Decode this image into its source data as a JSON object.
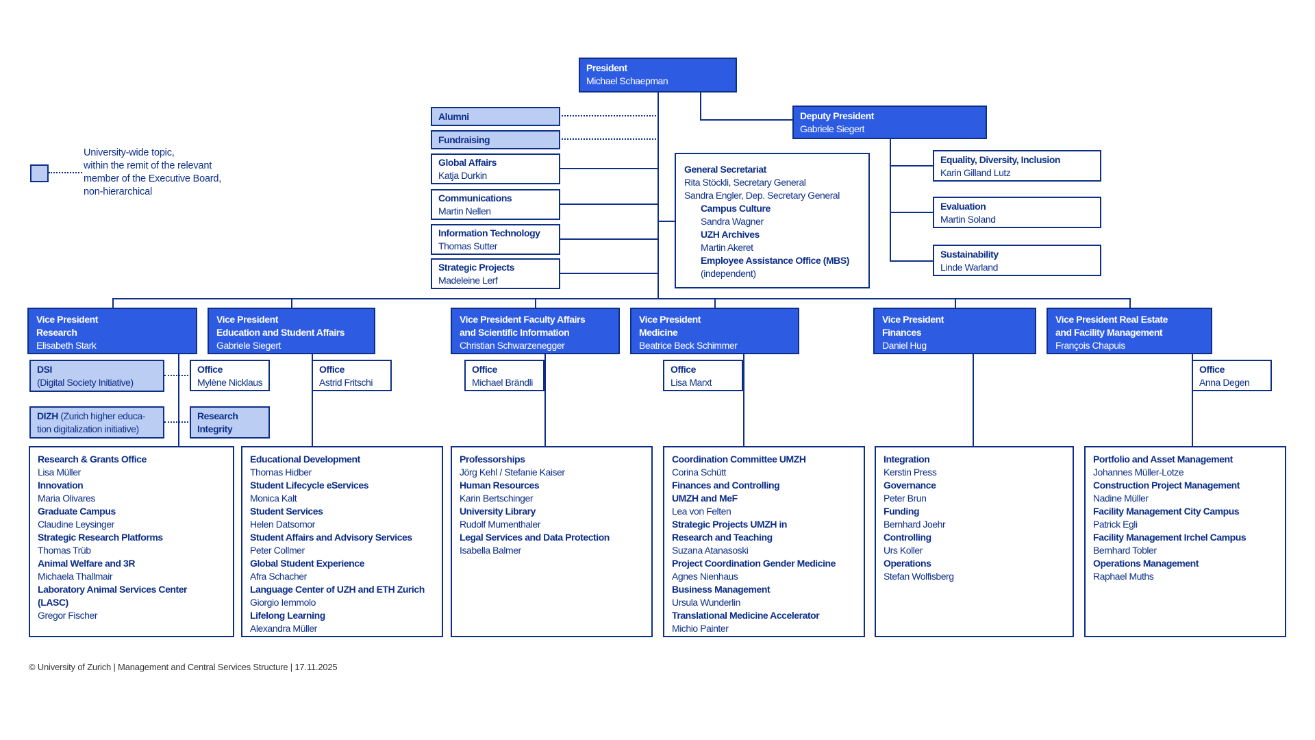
{
  "palette": {
    "primary_fill": "#2d5ce3",
    "light_fill": "#bccdf4",
    "line_and_text": "#0c2e87",
    "box_text_on_fill": "#ffffff",
    "footer_text": "#333333"
  },
  "legend": {
    "lines": [
      {
        "t": "University-wide topic,"
      },
      {
        "t": "within the remit of the relevant"
      },
      {
        "t": "member of the Executive Board,"
      },
      {
        "t": "non-hierarchical"
      }
    ]
  },
  "president": {
    "lines": [
      {
        "t": "President",
        "b": 1
      },
      {
        "t": "Michael Schaepman"
      }
    ]
  },
  "deputy_president": {
    "lines": [
      {
        "t": "Deputy President",
        "b": 1
      },
      {
        "t": "Gabriele Siegert"
      }
    ]
  },
  "staff_units": [
    {
      "lines": [
        {
          "t": "Alumni",
          "b": 1
        }
      ]
    },
    {
      "lines": [
        {
          "t": "Fundraising",
          "b": 1
        }
      ]
    },
    {
      "lines": [
        {
          "t": "Global Affairs",
          "b": 1
        },
        {
          "t": "Katja Durkin"
        }
      ]
    },
    {
      "lines": [
        {
          "t": "Communications",
          "b": 1
        },
        {
          "t": "Martin Nellen"
        }
      ]
    },
    {
      "lines": [
        {
          "t": "Information Technology",
          "b": 1
        },
        {
          "t": "Thomas Sutter"
        }
      ]
    },
    {
      "lines": [
        {
          "t": "Strategic Projects",
          "b": 1
        },
        {
          "t": "Madeleine Lerf"
        }
      ]
    }
  ],
  "general_secretariat": {
    "lines": [
      {
        "t": "General Secretariat",
        "b": 1
      },
      {
        "t": "Rita Stöckli, Secretary General"
      },
      {
        "t": "Sandra Engler, Dep. Secretary General"
      },
      {
        "t": "Campus Culture",
        "b": 1,
        "i": 1
      },
      {
        "t": "Sandra Wagner",
        "i": 1
      },
      {
        "t": "UZH Archives",
        "b": 1,
        "i": 1
      },
      {
        "t": "Martin Akeret",
        "i": 1
      },
      {
        "t": "Employee Assistance Office (MBS)",
        "b": 1,
        "i": 1
      },
      {
        "t": "(independent)",
        "i": 1
      }
    ]
  },
  "executive_topics": [
    {
      "lines": [
        {
          "t": "Equality, Diversity, Inclusion",
          "b": 1
        },
        {
          "t": "Karin Gilland Lutz"
        }
      ]
    },
    {
      "lines": [
        {
          "t": "Evaluation",
          "b": 1
        },
        {
          "t": "Martin Soland"
        }
      ]
    },
    {
      "lines": [
        {
          "t": "Sustainability",
          "b": 1
        },
        {
          "t": "Linde Warland"
        }
      ]
    }
  ],
  "vice_presidents": [
    {
      "lines": [
        {
          "t": "Vice President",
          "b": 1
        },
        {
          "t": "Research",
          "b": 1
        },
        {
          "t": "Elisabeth Stark"
        }
      ]
    },
    {
      "lines": [
        {
          "t": "Vice President",
          "b": 1
        },
        {
          "t": "Education and Student Affairs",
          "b": 1
        },
        {
          "t": "Gabriele Siegert"
        }
      ]
    },
    {
      "lines": [
        {
          "t": "Vice President Faculty Affairs",
          "b": 1
        },
        {
          "t": "and Scientific Information",
          "b": 1
        },
        {
          "t": "Christian Schwarzenegger"
        }
      ]
    },
    {
      "lines": [
        {
          "t": "Vice President",
          "b": 1
        },
        {
          "t": "Medicine",
          "b": 1
        },
        {
          "t": "Beatrice Beck Schimmer"
        }
      ]
    },
    {
      "lines": [
        {
          "t": "Vice President",
          "b": 1
        },
        {
          "t": "Finances",
          "b": 1
        },
        {
          "t": "Daniel Hug"
        }
      ]
    },
    {
      "lines": [
        {
          "t": "Vice President Real Estate",
          "b": 1
        },
        {
          "t": "and Facility Management",
          "b": 1
        },
        {
          "t": "François Chapuis"
        }
      ]
    }
  ],
  "initiatives": {
    "dsi": {
      "lines": [
        {
          "t": "DSI",
          "b": 1
        },
        {
          "t": "(Digital Society Initiative)"
        }
      ]
    },
    "dizh": {
      "lines": [
        {
          "t": "DIZH ",
          "b": 1,
          "r": "(Zurich higher educa-"
        },
        {
          "t": "tion digitalization initiative)"
        }
      ]
    },
    "research_integrity": {
      "lines": [
        {
          "t": "Research",
          "b": 1
        },
        {
          "t": "Integrity",
          "b": 1
        }
      ]
    }
  },
  "offices": [
    {
      "lines": [
        {
          "t": "Office",
          "b": 1
        },
        {
          "t": "Mylène Nicklaus"
        }
      ]
    },
    {
      "lines": [
        {
          "t": "Office",
          "b": 1
        },
        {
          "t": "Astrid Fritschi"
        }
      ]
    },
    {
      "lines": [
        {
          "t": "Office",
          "b": 1
        },
        {
          "t": "Michael Brändli"
        }
      ]
    },
    {
      "lines": [
        {
          "t": "Office",
          "b": 1
        },
        {
          "t": "Lisa Marxt"
        }
      ]
    },
    {
      "lines": [
        {
          "t": "Office",
          "b": 1
        },
        {
          "t": "Anna Degen"
        }
      ]
    }
  ],
  "departments": [
    {
      "lines": [
        {
          "t": "Research & Grants Office",
          "b": 1
        },
        {
          "t": "Lisa Müller"
        },
        {
          "t": "Innovation",
          "b": 1
        },
        {
          "t": "Maria Olivares"
        },
        {
          "t": "Graduate Campus",
          "b": 1
        },
        {
          "t": "Claudine Leysinger"
        },
        {
          "t": "Strategic Research Platforms",
          "b": 1
        },
        {
          "t": "Thomas Trüb"
        },
        {
          "t": "Animal Welfare and 3R",
          "b": 1
        },
        {
          "t": "Michaela Thallmair"
        },
        {
          "t": "Laboratory Animal Services Center",
          "b": 1
        },
        {
          "t": "(LASC)",
          "b": 1
        },
        {
          "t": "Gregor Fischer"
        }
      ]
    },
    {
      "lines": [
        {
          "t": "Educational Development",
          "b": 1
        },
        {
          "t": "Thomas Hidber"
        },
        {
          "t": "Student Lifecycle eServices",
          "b": 1
        },
        {
          "t": "Monica Kalt"
        },
        {
          "t": "Student Services",
          "b": 1
        },
        {
          "t": "Helen Datsomor"
        },
        {
          "t": "Student Affairs and Advisory Services",
          "b": 1
        },
        {
          "t": "Peter Collmer"
        },
        {
          "t": "Global Student Experience",
          "b": 1
        },
        {
          "t": "Afra Schacher"
        },
        {
          "t": "Language Center of UZH and ETH Zurich",
          "b": 1
        },
        {
          "t": "Giorgio Iemmolo"
        },
        {
          "t": "Lifelong Learning",
          "b": 1
        },
        {
          "t": "Alexandra Müller"
        }
      ]
    },
    {
      "lines": [
        {
          "t": "Professorships",
          "b": 1
        },
        {
          "t": "Jörg Kehl / Stefanie Kaiser"
        },
        {
          "t": "Human Resources",
          "b": 1
        },
        {
          "t": "Karin Bertschinger"
        },
        {
          "t": "University Library",
          "b": 1
        },
        {
          "t": "Rudolf Mumenthaler"
        },
        {
          "t": "Legal Services and Data Protection",
          "b": 1
        },
        {
          "t": "Isabella Balmer"
        }
      ]
    },
    {
      "lines": [
        {
          "t": "Coordination Committee UMZH",
          "b": 1
        },
        {
          "t": "Corina Schütt"
        },
        {
          "t": "Finances and Controlling",
          "b": 1
        },
        {
          "t": "UMZH and MeF",
          "b": 1
        },
        {
          "t": "Lea von Felten"
        },
        {
          "t": "Strategic Projects UMZH in",
          "b": 1
        },
        {
          "t": "Research and Teaching",
          "b": 1
        },
        {
          "t": "Suzana Atanasoski"
        },
        {
          "t": "Project Coordination Gender Medicine",
          "b": 1
        },
        {
          "t": "Agnes Nienhaus"
        },
        {
          "t": "Business Management",
          "b": 1
        },
        {
          "t": "Ursula Wunderlin"
        },
        {
          "t": "Translational Medicine Accelerator",
          "b": 1
        },
        {
          "t": "Michio Painter"
        }
      ]
    },
    {
      "lines": [
        {
          "t": "Integration",
          "b": 1
        },
        {
          "t": "Kerstin Press"
        },
        {
          "t": "Governance",
          "b": 1
        },
        {
          "t": "Peter Brun"
        },
        {
          "t": "Funding",
          "b": 1
        },
        {
          "t": "Bernhard Joehr"
        },
        {
          "t": "Controlling",
          "b": 1
        },
        {
          "t": "Urs Koller"
        },
        {
          "t": "Operations",
          "b": 1
        },
        {
          "t": "Stefan Wolfisberg"
        }
      ]
    },
    {
      "lines": [
        {
          "t": "Portfolio and Asset Management",
          "b": 1
        },
        {
          "t": "Johannes Müller-Lotze"
        },
        {
          "t": "Construction Project Management",
          "b": 1
        },
        {
          "t": "Nadine Müller"
        },
        {
          "t": "Facility Management City Campus",
          "b": 1
        },
        {
          "t": "Patrick Egli"
        },
        {
          "t": "Facility Management Irchel Campus",
          "b": 1
        },
        {
          "t": "Bernhard Tobler"
        },
        {
          "t": "Operations Management",
          "b": 1
        },
        {
          "t": "Raphael Muths"
        }
      ]
    }
  ],
  "footer": {
    "text": "© University of Zurich | Management and Central Services Structure | 17.11.2025"
  }
}
